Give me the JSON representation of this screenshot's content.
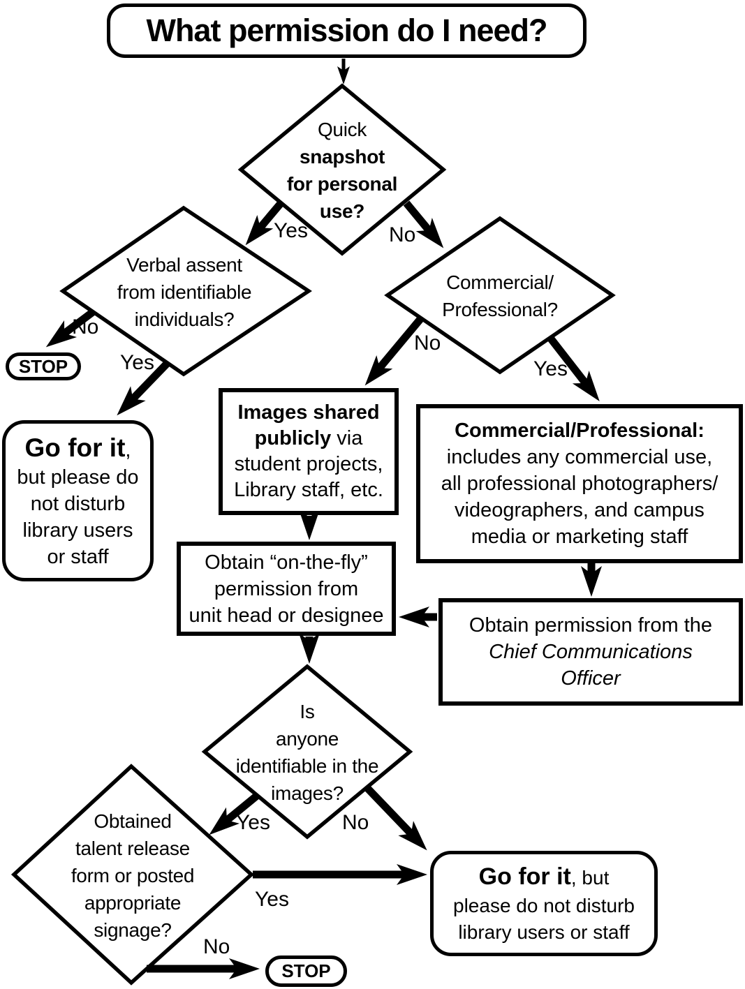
{
  "title": "What permission do I need?",
  "labels": {
    "yes": "Yes",
    "no": "No"
  },
  "colors": {
    "ink": "#000000",
    "paper": "#ffffff"
  },
  "nodes": {
    "quick_snapshot": {
      "line1": "Quick",
      "line2": "snapshot",
      "line3": "for personal",
      "line4": "use?"
    },
    "verbal_assent": {
      "line1": "Verbal assent",
      "line2": "from identifiable",
      "line3": "individuals?"
    },
    "commercial_question": {
      "line1": "Commercial/",
      "line2": "Professional?"
    },
    "stop_left": "STOP",
    "go_for_it_left": {
      "bold": "Go for it",
      "after": ",",
      "line2": "but please do",
      "line3": "not  disturb",
      "line4": "library users",
      "line5": "or staff"
    },
    "images_shared": {
      "bold1": "Images shared",
      "bold2": "publicly",
      "rest2": " via",
      "line3": "student projects,",
      "line4": "Library staff, etc."
    },
    "commercial_definition": {
      "line1": "Commercial/Professional:",
      "line2": "includes any commercial use,",
      "line3": "all professional photographers/",
      "line4": "videographers, and campus",
      "line5": "media or marketing staff"
    },
    "on_the_fly": {
      "line1": "Obtain “on-the-fly”",
      "line2": "permission from",
      "line3": "unit head or designee"
    },
    "chief_comm_officer": {
      "line1": "Obtain permission from the",
      "line2": "Chief Communications",
      "line3": "Officer"
    },
    "identifiable_question": {
      "line1": "Is",
      "line2": "anyone",
      "line3": "identifiable in the",
      "line4": "images?"
    },
    "talent_release": {
      "line1": "Obtained",
      "line2": "talent release",
      "line3": "form or posted",
      "line4": "appropriate",
      "line5": "signage?"
    },
    "go_for_it_right": {
      "bold": "Go for it",
      "after": ", but",
      "line2": "please do not  disturb",
      "line3": "library users or staff"
    },
    "stop_bottom": "STOP"
  }
}
